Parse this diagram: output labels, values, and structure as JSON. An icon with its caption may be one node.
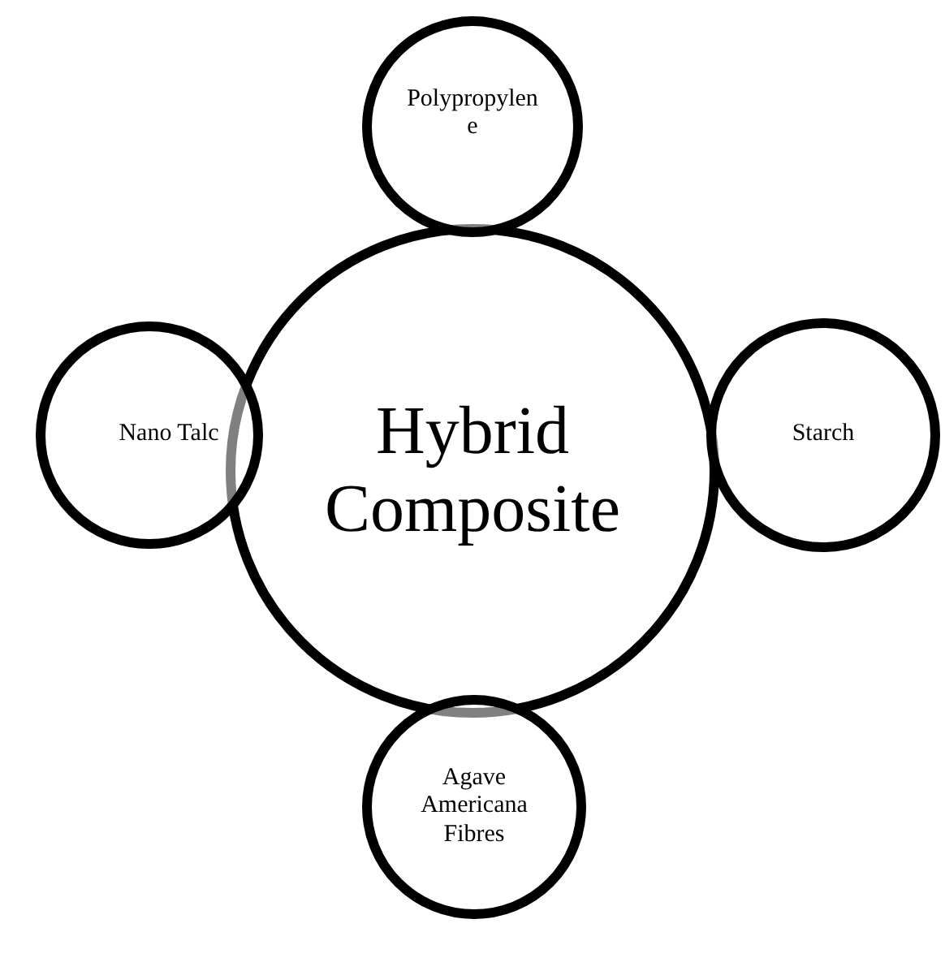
{
  "diagram": {
    "nodes": [
      {
        "text": [
          "Hybrid Composite"
        ]
      },
      {
        "text": [
          "Polypropylene"
        ]
      },
      {
        "text": [
          "Nano Talc"
        ]
      },
      {
        "text": [
          "Starch"
        ]
      },
      {
        "text": [
          "Agave Americana Fibres"
        ]
      }
    ]
  }
}
